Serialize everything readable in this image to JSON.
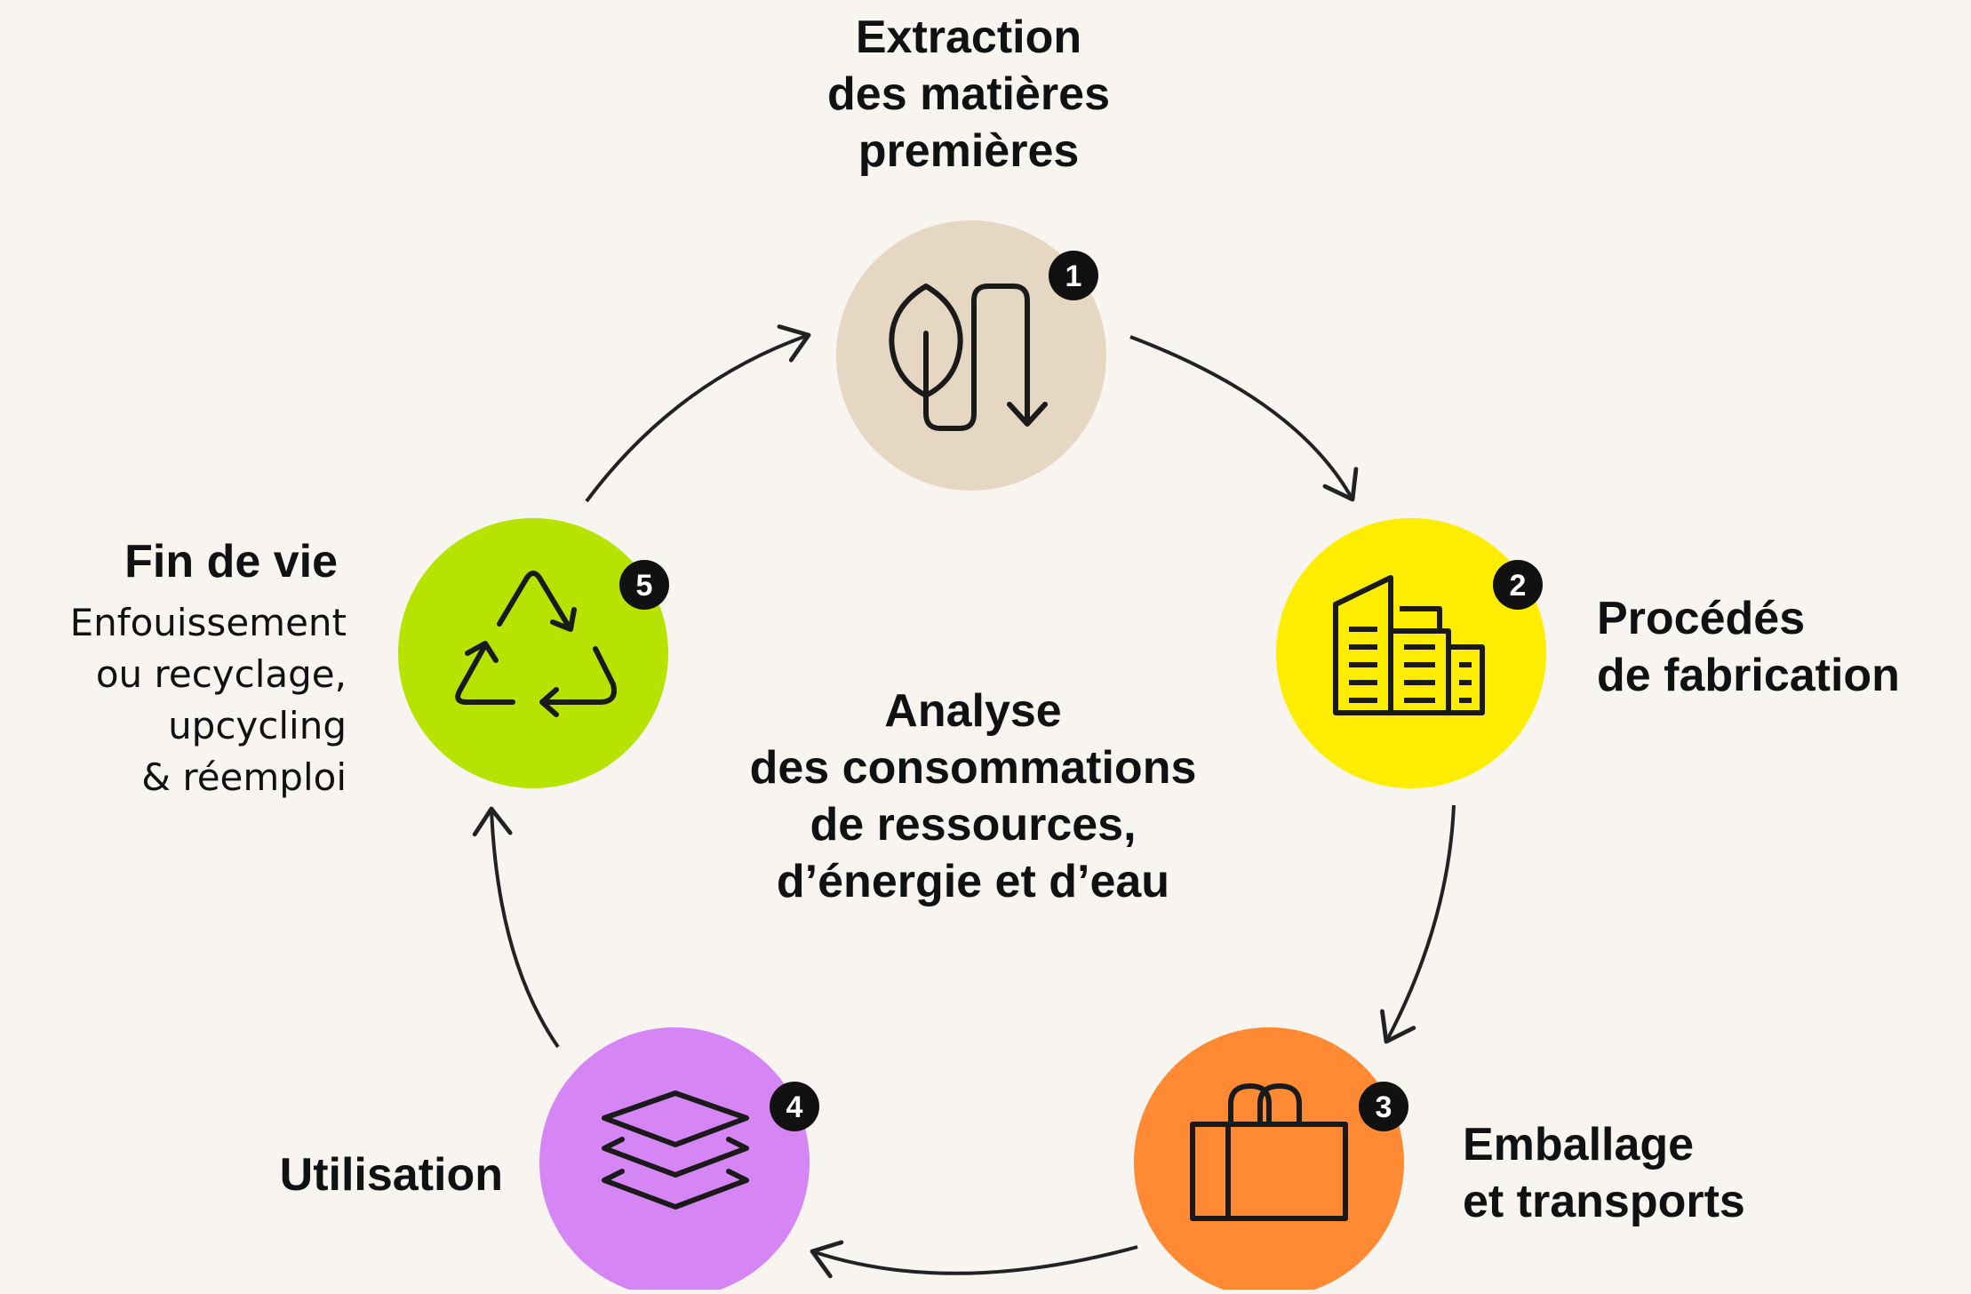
{
  "center_title": "Analyse\ndes consommations\nde ressources,\nd’énergie et d’eau",
  "steps": [
    {
      "number": "1",
      "label": "Extraction\ndes matières\npremières",
      "color": "#e6d7c3",
      "icon": "leaf-arrows-icon"
    },
    {
      "number": "2",
      "label": "Procédés\nde fabrication",
      "color": "#ffed00",
      "icon": "buildings-icon"
    },
    {
      "number": "3",
      "label": "Emballage\net transports",
      "color": "#ff8a33",
      "icon": "shopping-bag-icon"
    },
    {
      "number": "4",
      "label": "Utilisation",
      "color": "#d685f5",
      "icon": "layers-icon"
    },
    {
      "number": "5",
      "label": "Fin de vie",
      "description": "Enfouissement\nou recyclage,\nupcycling\n& réemploi",
      "color": "#b6e400",
      "icon": "recycle-icon"
    }
  ],
  "colors": {
    "background": "#f8f4ef",
    "ink": "#111111",
    "arrow": "#222222"
  }
}
